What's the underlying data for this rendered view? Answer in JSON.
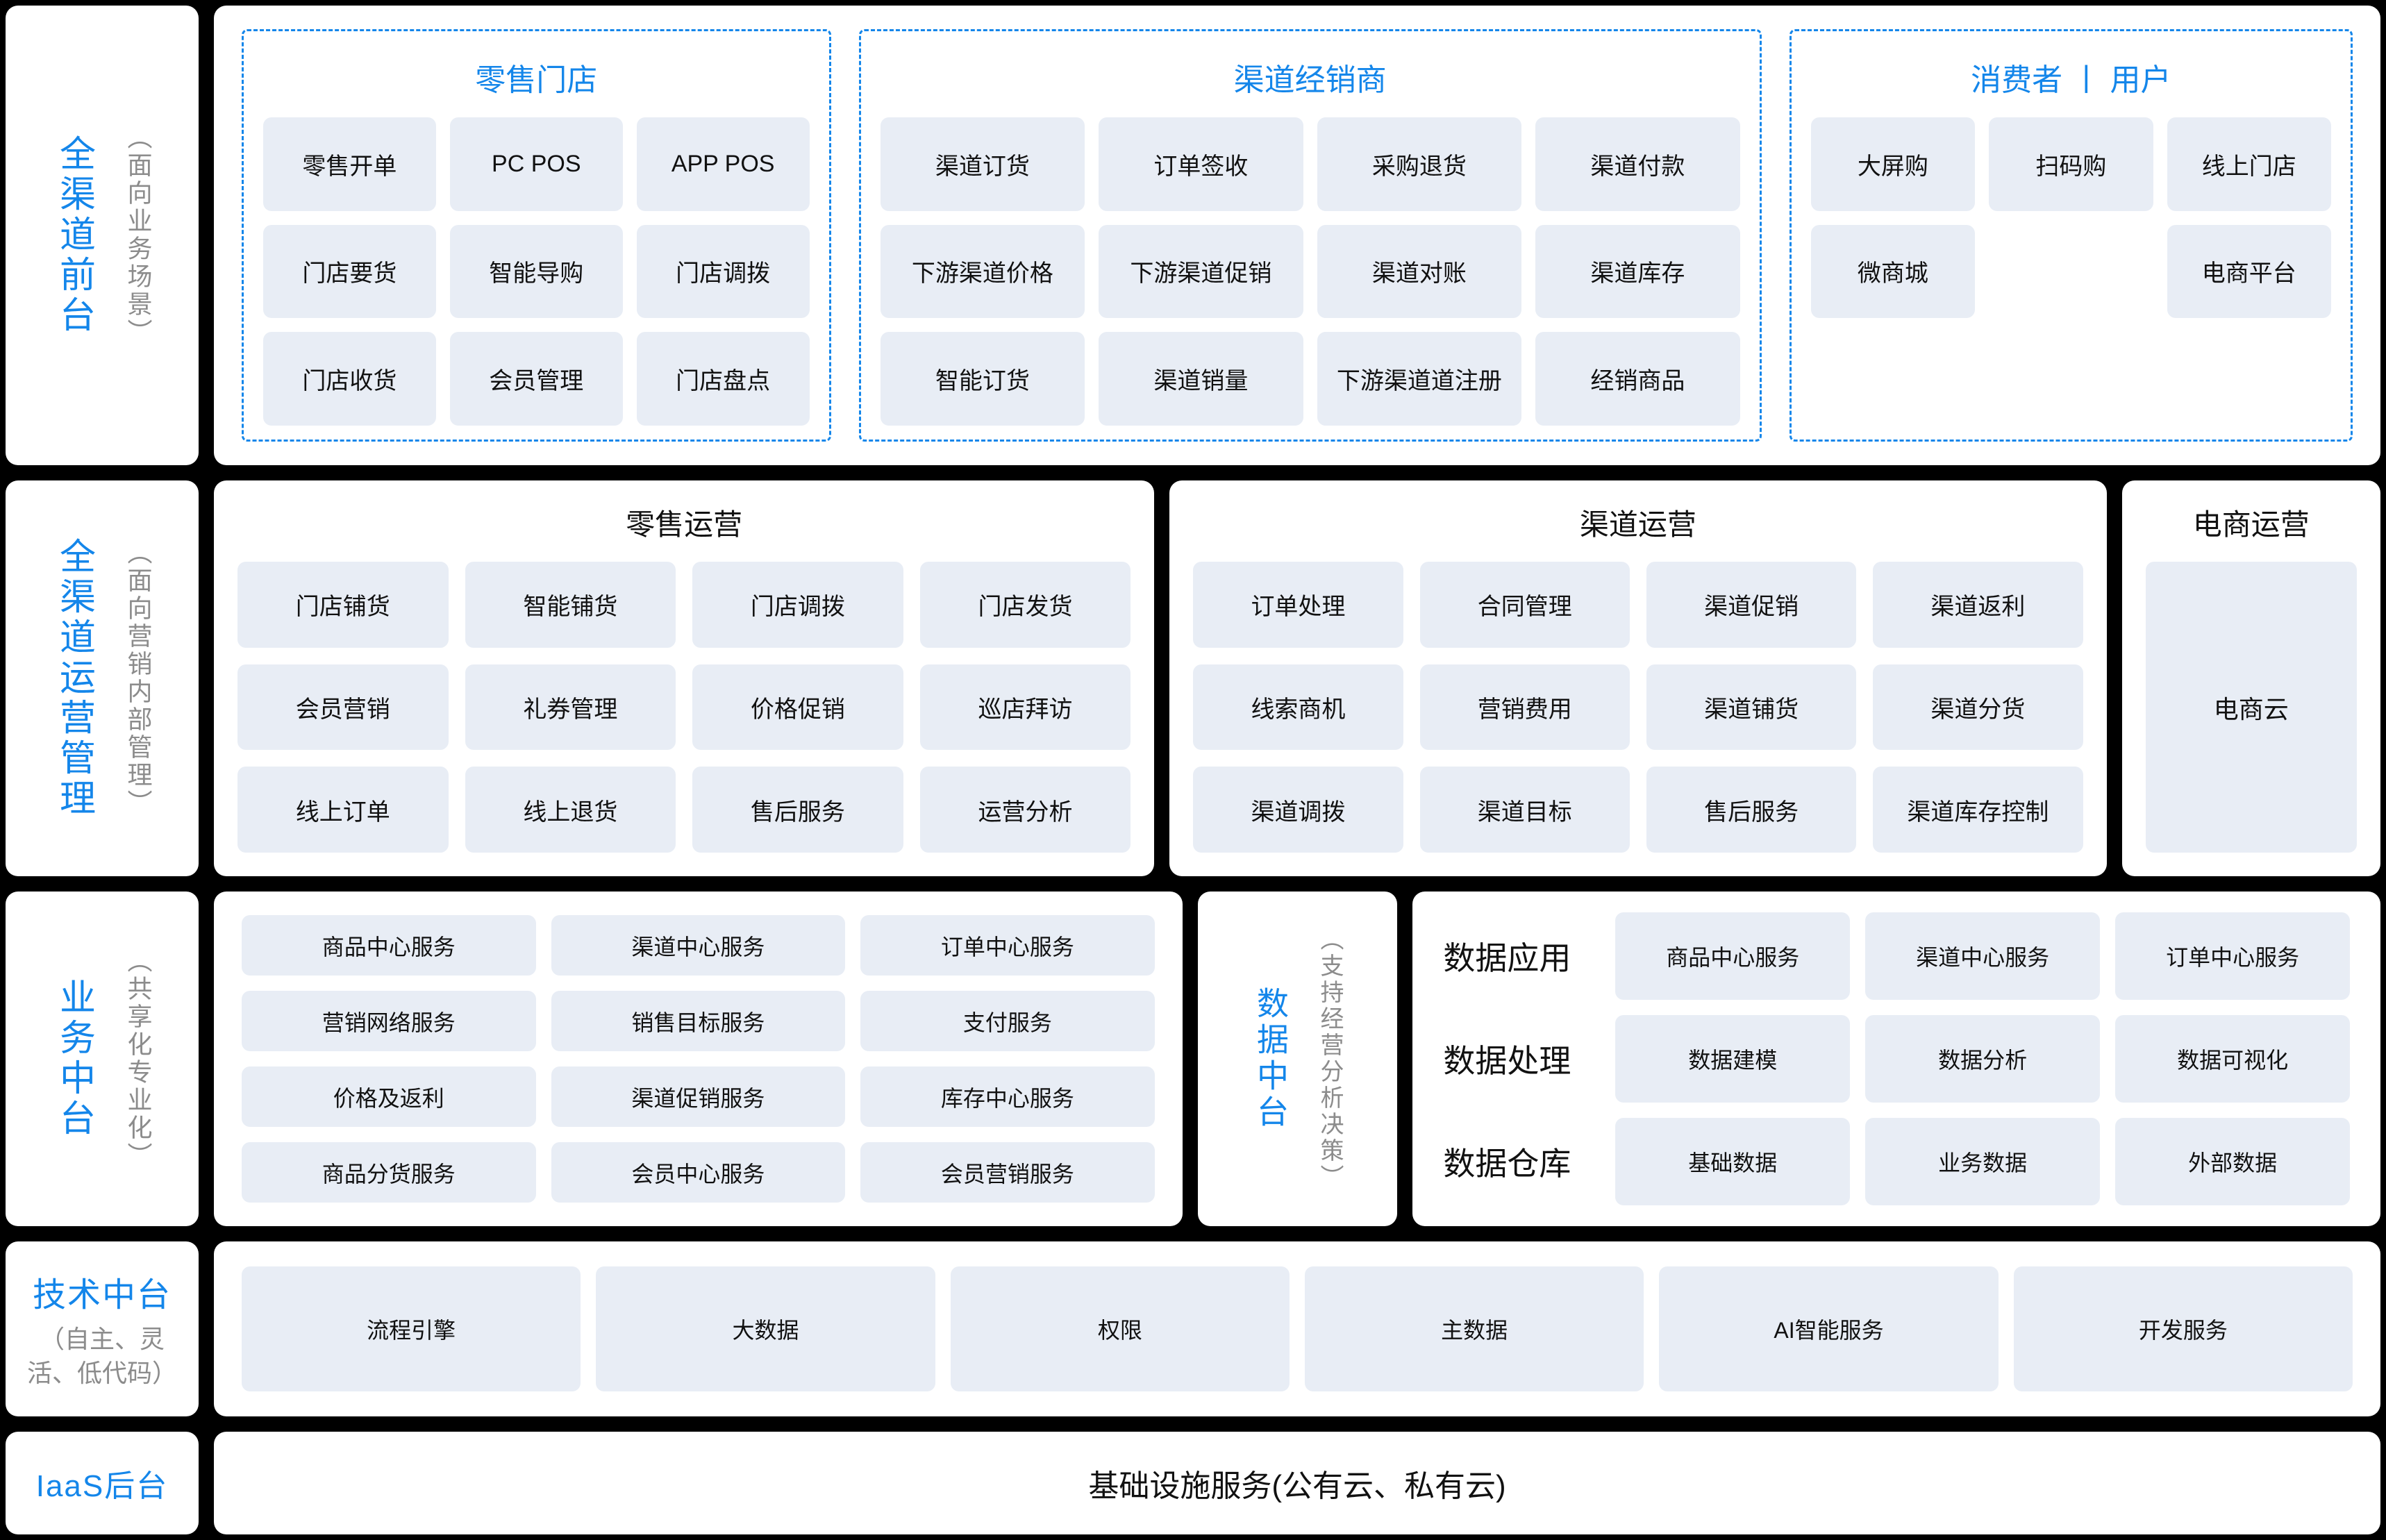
{
  "colors": {
    "accent_blue": "#1486EA",
    "box_bg": "#E8EDF5",
    "panel_bg": "#FFFFFF",
    "background": "#000000",
    "note_gray": "#8C8C8C",
    "text": "#111111"
  },
  "sidebar": {
    "front": {
      "title": "全渠道前台",
      "note": "（面向业务场景）"
    },
    "ops": {
      "title": "全渠道运营管理",
      "note": "（面向营销内部管理）"
    },
    "business": {
      "title": "业务中台",
      "note": "（共享化专业化）"
    },
    "tech": {
      "title": "技术中台",
      "note": "（自主、灵活、低代码）"
    },
    "iaas": {
      "title": "IaaS后台"
    }
  },
  "front_row": {
    "retail_store": {
      "title": "零售门店",
      "items": [
        "零售开单",
        "PC POS",
        "APP POS",
        "门店要货",
        "智能导购",
        "门店调拨",
        "门店收货",
        "会员管理",
        "门店盘点"
      ]
    },
    "channel_dealer": {
      "title": "渠道经销商",
      "items": [
        "渠道订货",
        "订单签收",
        "采购退货",
        "渠道付款",
        "下游渠道价格",
        "下游渠道促销",
        "渠道对账",
        "渠道库存",
        "智能订货",
        "渠道销量",
        "下游渠道道注册",
        "经销商品"
      ]
    },
    "consumer": {
      "title": "消费者 丨 用户",
      "items": [
        "大屏购",
        "扫码购",
        "线上门店",
        "微商城",
        "",
        "电商平台"
      ]
    }
  },
  "ops_row": {
    "retail_ops": {
      "title": "零售运营",
      "items": [
        "门店铺货",
        "智能铺货",
        "门店调拨",
        "门店发货",
        "会员营销",
        "礼券管理",
        "价格促销",
        "巡店拜访",
        "线上订单",
        "线上退货",
        "售后服务",
        "运营分析"
      ]
    },
    "channel_ops": {
      "title": "渠道运营",
      "items": [
        "订单处理",
        "合同管理",
        "渠道促销",
        "渠道返利",
        "线索商机",
        "营销费用",
        "渠道铺货",
        "渠道分货",
        "渠道调拨",
        "渠道目标",
        "售后服务",
        "渠道库存控制"
      ]
    },
    "ecom_ops": {
      "title": "电商运营",
      "cloud_item": "电商云"
    }
  },
  "middle_row": {
    "business_services": {
      "items": [
        "商品中心服务",
        "渠道中心服务",
        "订单中心服务",
        "营销网络服务",
        "销售目标服务",
        "支付服务",
        "价格及返利",
        "渠道促销服务",
        "库存中心服务",
        "商品分货服务",
        "会员中心服务",
        "会员营销服务"
      ]
    },
    "data_mid": {
      "title": "数据中台",
      "note": "（支持经营分析决策）"
    },
    "data_platform": {
      "rows": [
        {
          "label": "数据应用",
          "items": [
            "商品中心服务",
            "渠道中心服务",
            "订单中心服务"
          ]
        },
        {
          "label": "数据处理",
          "items": [
            "数据建模",
            "数据分析",
            "数据可视化"
          ]
        },
        {
          "label": "数据仓库",
          "items": [
            "基础数据",
            "业务数据",
            "外部数据"
          ]
        }
      ]
    }
  },
  "tech_row": {
    "items": [
      "流程引擎",
      "大数据",
      "权限",
      "主数据",
      "AI智能服务",
      "开发服务"
    ]
  },
  "iaas_row": {
    "text": "基础设施服务(公有云、私有云)"
  }
}
